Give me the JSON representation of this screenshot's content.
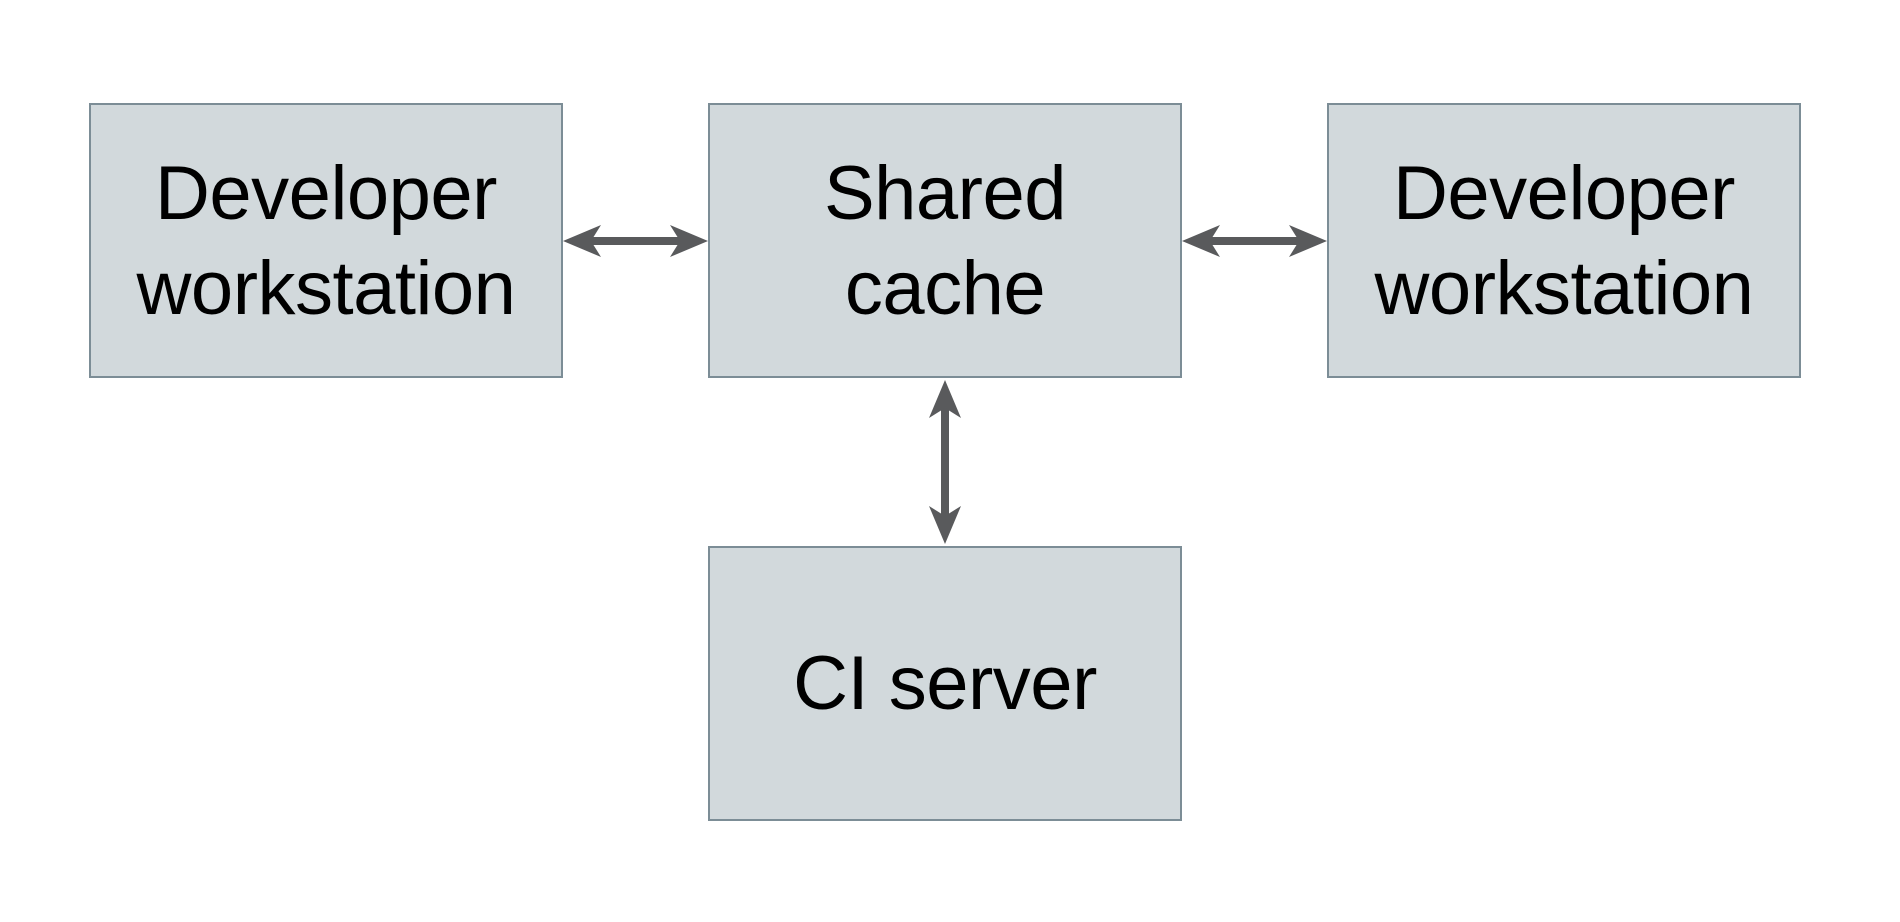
{
  "diagram": {
    "nodes": {
      "workstation_left": {
        "label": "Developer\nworkstation"
      },
      "shared_cache": {
        "label": "Shared\ncache"
      },
      "workstation_right": {
        "label": "Developer\nworkstation"
      },
      "ci_server": {
        "label": "CI server"
      }
    },
    "edges": [
      {
        "from": "workstation_left",
        "to": "shared_cache",
        "direction": "bidirectional"
      },
      {
        "from": "shared_cache",
        "to": "workstation_right",
        "direction": "bidirectional"
      },
      {
        "from": "shared_cache",
        "to": "ci_server",
        "direction": "bidirectional"
      }
    ],
    "colors": {
      "node_fill": "#d2d9dc",
      "node_border": "#7c8d96",
      "arrow": "#595a5c",
      "text": "#000000",
      "background": "#ffffff"
    }
  }
}
